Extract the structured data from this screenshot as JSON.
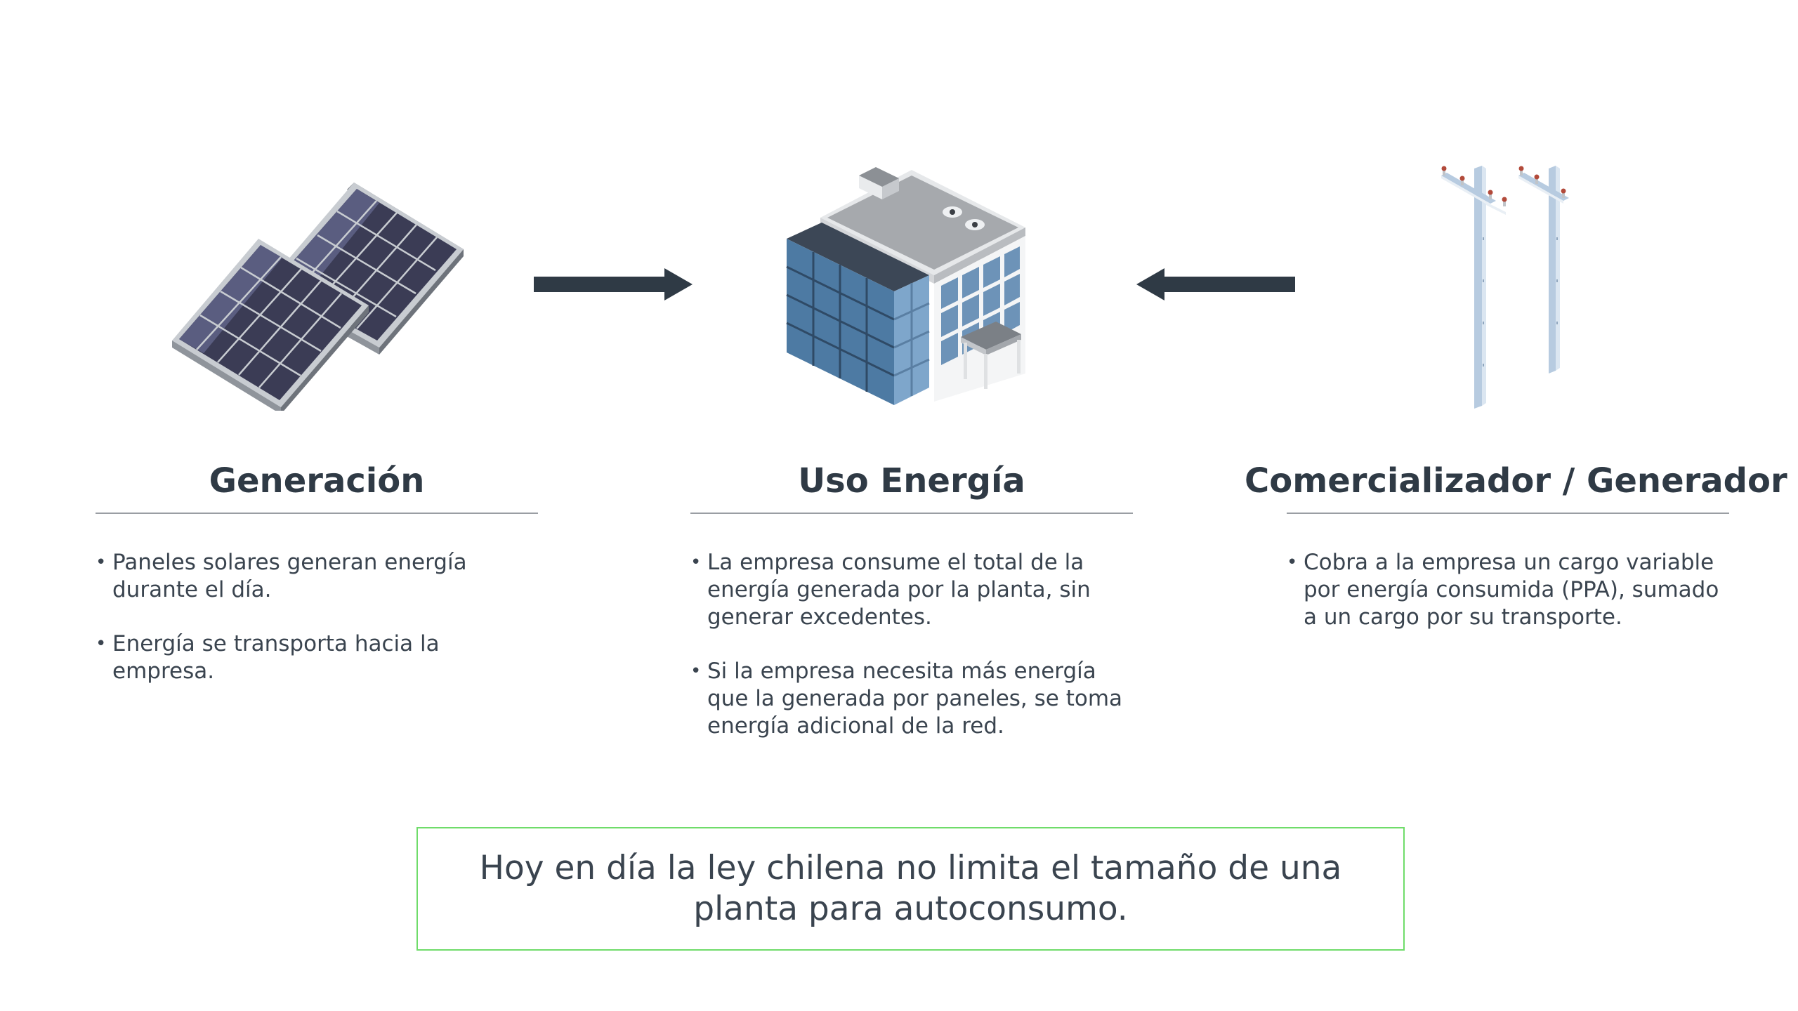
{
  "columns": [
    {
      "id": "generacion",
      "title": "Generación",
      "icon": "solar-panels-icon",
      "bullets": [
        "Paneles solares generan energía durante el día.",
        "Energía se transporta hacia la empresa."
      ]
    },
    {
      "id": "uso",
      "title": "Uso Energía",
      "icon": "office-building-icon",
      "bullets": [
        "La empresa consume el total de la energía generada por la planta, sin generar excedentes.",
        "Si la empresa necesita más energía que la generada por paneles, se toma energía adicional de la red."
      ]
    },
    {
      "id": "comercial",
      "title": "Comercializador / Generador",
      "icon": "utility-poles-icon",
      "bullets": [
        "Cobra a la empresa un cargo variable por energía consumida (PPA), sumado a un cargo por su transporte."
      ]
    }
  ],
  "bullet_marker": "•",
  "note": "Hoy en día la ley chilena no limita el tamaño de una planta para autoconsumo.",
  "colors": {
    "text": "#2f3a45",
    "arrow": "#2f3a45",
    "note_border": "#6fdc6a",
    "rule": "#9a9ea3"
  }
}
